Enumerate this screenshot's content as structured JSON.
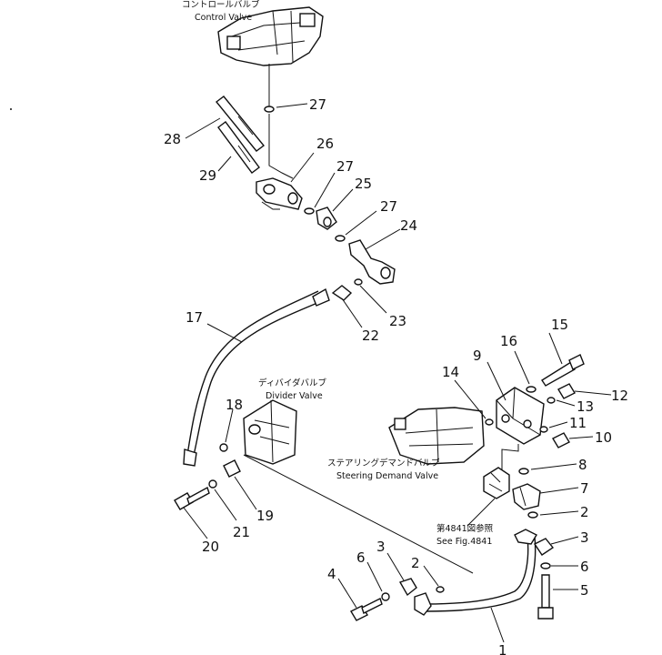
{
  "labels": {
    "control_valve_jp": "コントロールバルブ",
    "control_valve_en": "Control Valve",
    "divider_valve_jp": "ディバイダバルブ",
    "divider_valve_en": "Divider Valve",
    "steering_valve_jp": "ステアリングデマンドバルブ",
    "steering_valve_en": "Steering Demand Valve",
    "see_fig_jp": "第4841図参照",
    "see_fig_en": "See Fig.4841"
  },
  "callouts": {
    "c1": "1",
    "c2a": "2",
    "c2b": "2",
    "c3a": "3",
    "c3b": "3",
    "c4": "4",
    "c5": "5",
    "c6a": "6",
    "c6b": "6",
    "c7": "7",
    "c8": "8",
    "c9": "9",
    "c10": "10",
    "c11": "11",
    "c12": "12",
    "c13": "13",
    "c14": "14",
    "c15": "15",
    "c16": "16",
    "c17": "17",
    "c18": "18",
    "c19": "19",
    "c20": "20",
    "c21": "21",
    "c22": "22",
    "c23": "23",
    "c24": "24",
    "c25": "25",
    "c26": "26",
    "c27a": "27",
    "c27b": "27",
    "c27c": "27",
    "c28": "28",
    "c29": "29"
  }
}
